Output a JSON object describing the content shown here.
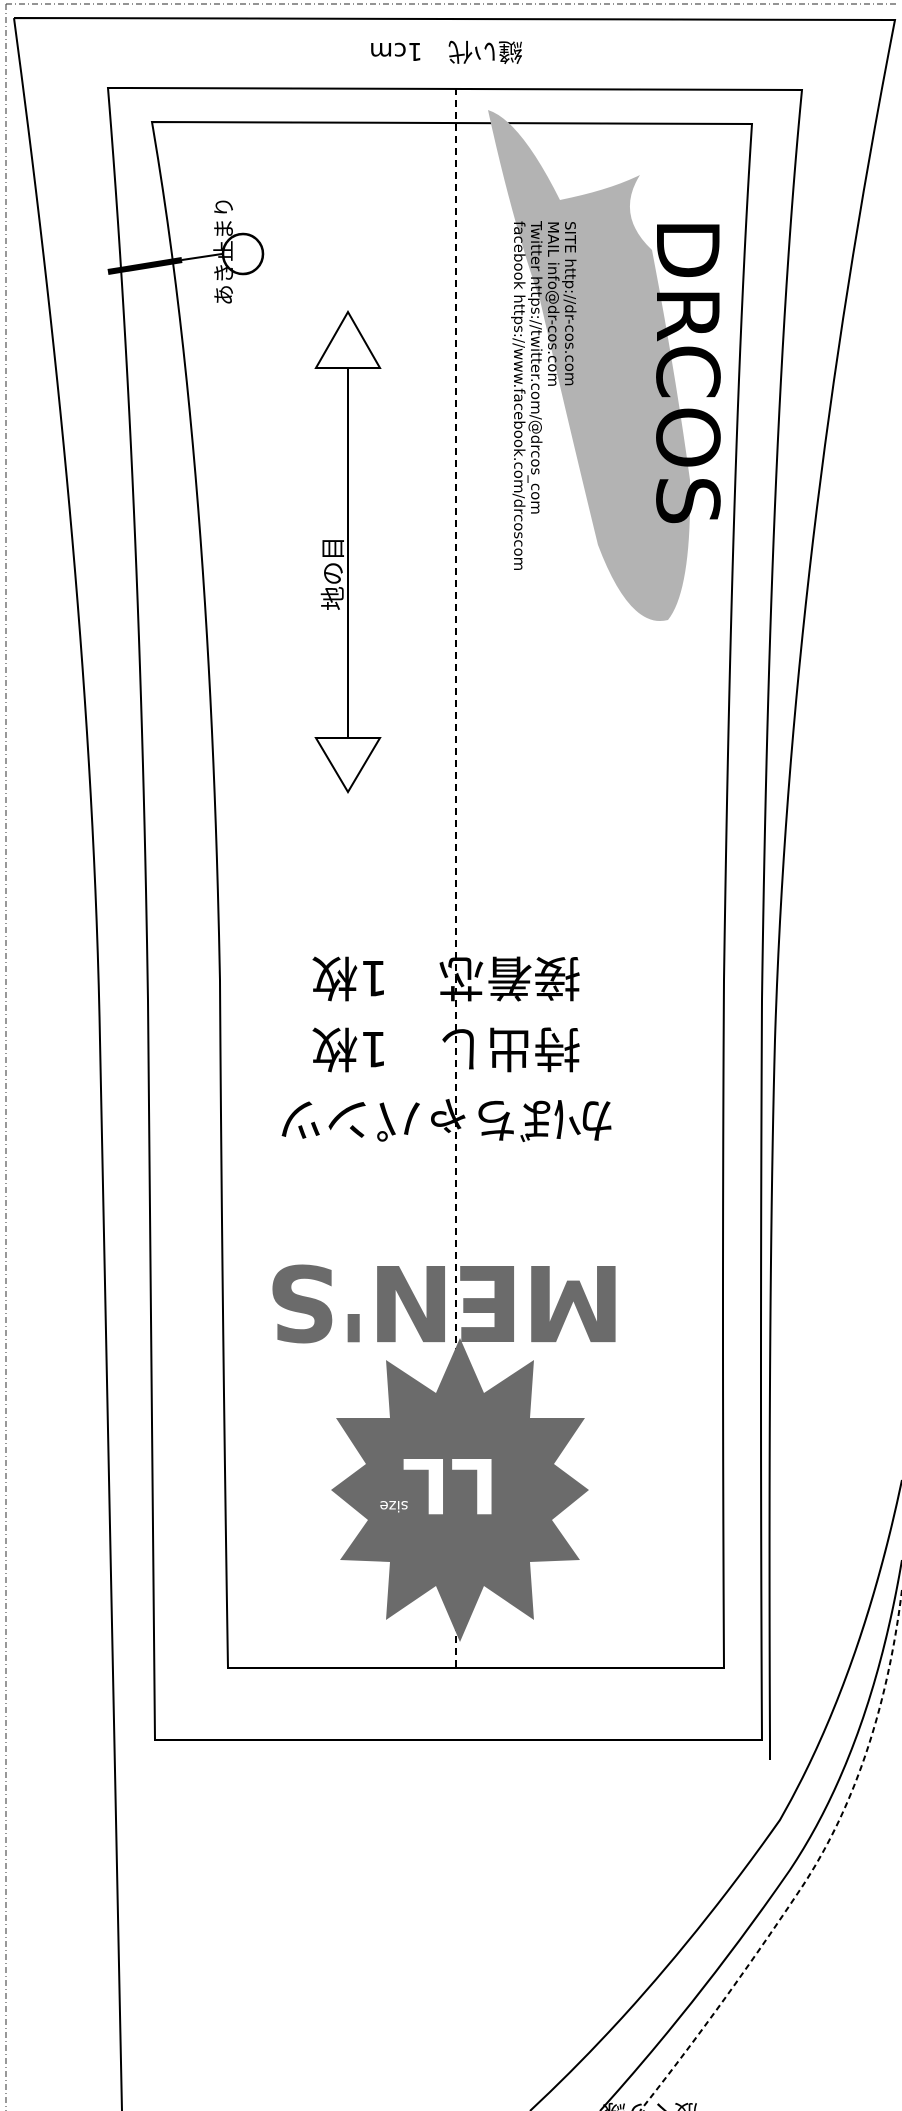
{
  "seam_allowance": "縫い代　1cm",
  "grain_label": "地の目",
  "placement_mark": "あき止まり",
  "brand": {
    "name": "DRCOS",
    "site": "SITE http://dr-cos.com",
    "mail": "MAIL info@dr-cos.com",
    "twitter": "Twitter https://twitter.com/@drcos_com",
    "facebook": "facebook https://www.facebook.com/drcoscom"
  },
  "cutting": {
    "line1": "かぼちゃパンツ",
    "line2": "持出し　1枚",
    "line3": "接着芯　1枚"
  },
  "category": "MEN'S",
  "size": {
    "label": "LL",
    "caption": "size"
  },
  "bottom_label": "股ぐり線",
  "colors": {
    "ink": "#000000",
    "gray": "#6b6b6b",
    "light_gray": "#b3b3b3"
  }
}
